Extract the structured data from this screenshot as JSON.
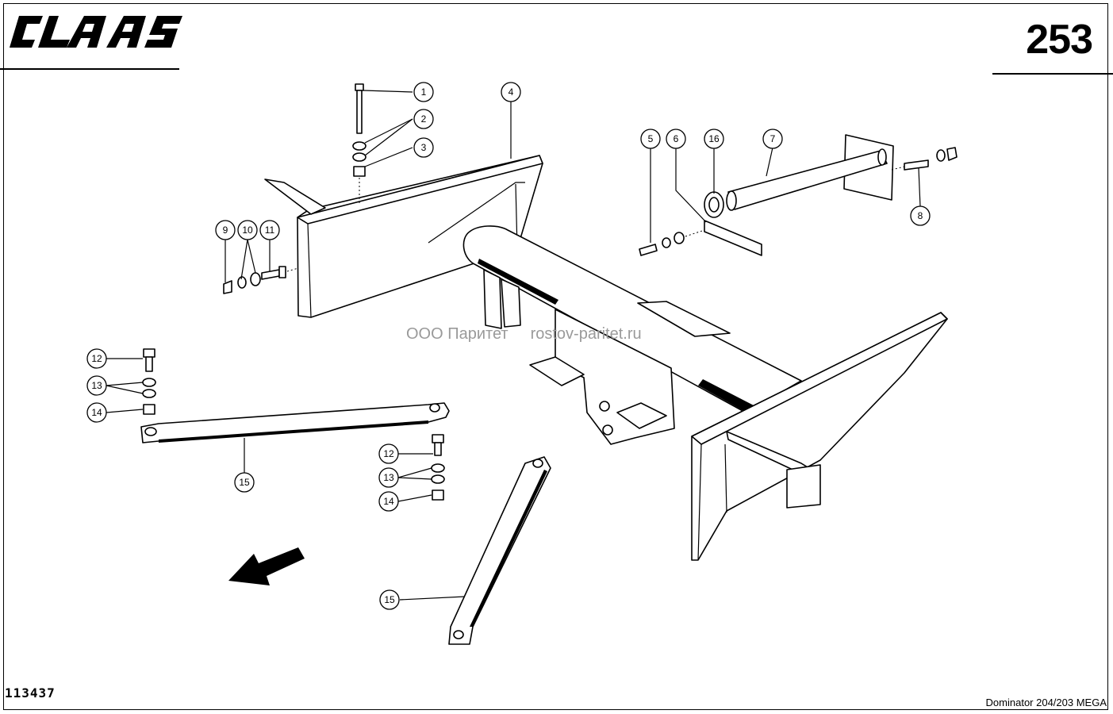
{
  "header": {
    "brand": "CLAAS",
    "page_number": "253"
  },
  "footer": {
    "drawing_number": "113437",
    "model": "Dominator 204/203 MEGA"
  },
  "watermark": {
    "company": "ООО Паритет",
    "site": "rostov-paritet.ru"
  },
  "callouts": [
    {
      "label": "1"
    },
    {
      "label": "2"
    },
    {
      "label": "3"
    },
    {
      "label": "4"
    },
    {
      "label": "5"
    },
    {
      "label": "6"
    },
    {
      "label": "16"
    },
    {
      "label": "7"
    },
    {
      "label": "8"
    },
    {
      "label": "9"
    },
    {
      "label": "10"
    },
    {
      "label": "11"
    },
    {
      "label": "12"
    },
    {
      "label": "13"
    },
    {
      "label": "14"
    },
    {
      "label": "15"
    },
    {
      "label": "12"
    },
    {
      "label": "13"
    },
    {
      "label": "14"
    },
    {
      "label": "15"
    }
  ]
}
